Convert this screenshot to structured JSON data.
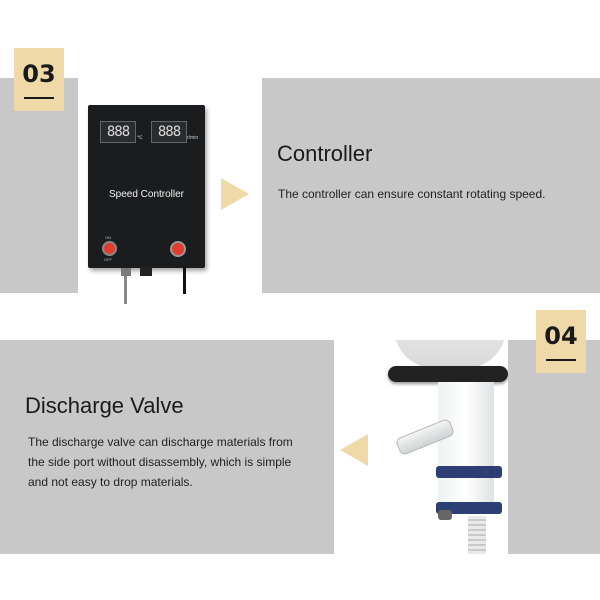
{
  "section1": {
    "number": "03",
    "title": "Controller",
    "description": "The controller can ensure constant rotating speed.",
    "device": {
      "label": "Speed Controller",
      "display1": "888",
      "display1_unit": "℃",
      "display2": "888",
      "display2_unit": "r/min",
      "power_on": "ON",
      "power_off": "OFF",
      "power_color": "#e23b30"
    }
  },
  "section2": {
    "number": "04",
    "title": "Discharge Valve",
    "description_lines": [
      "The discharge valve can discharge materials from",
      "the side port without disassembly, which is simple",
      "and not easy to drop materials."
    ]
  },
  "colors": {
    "panel": "#c8c8c8",
    "accent": "#f0d9a8",
    "text": "#1a1a1a"
  }
}
